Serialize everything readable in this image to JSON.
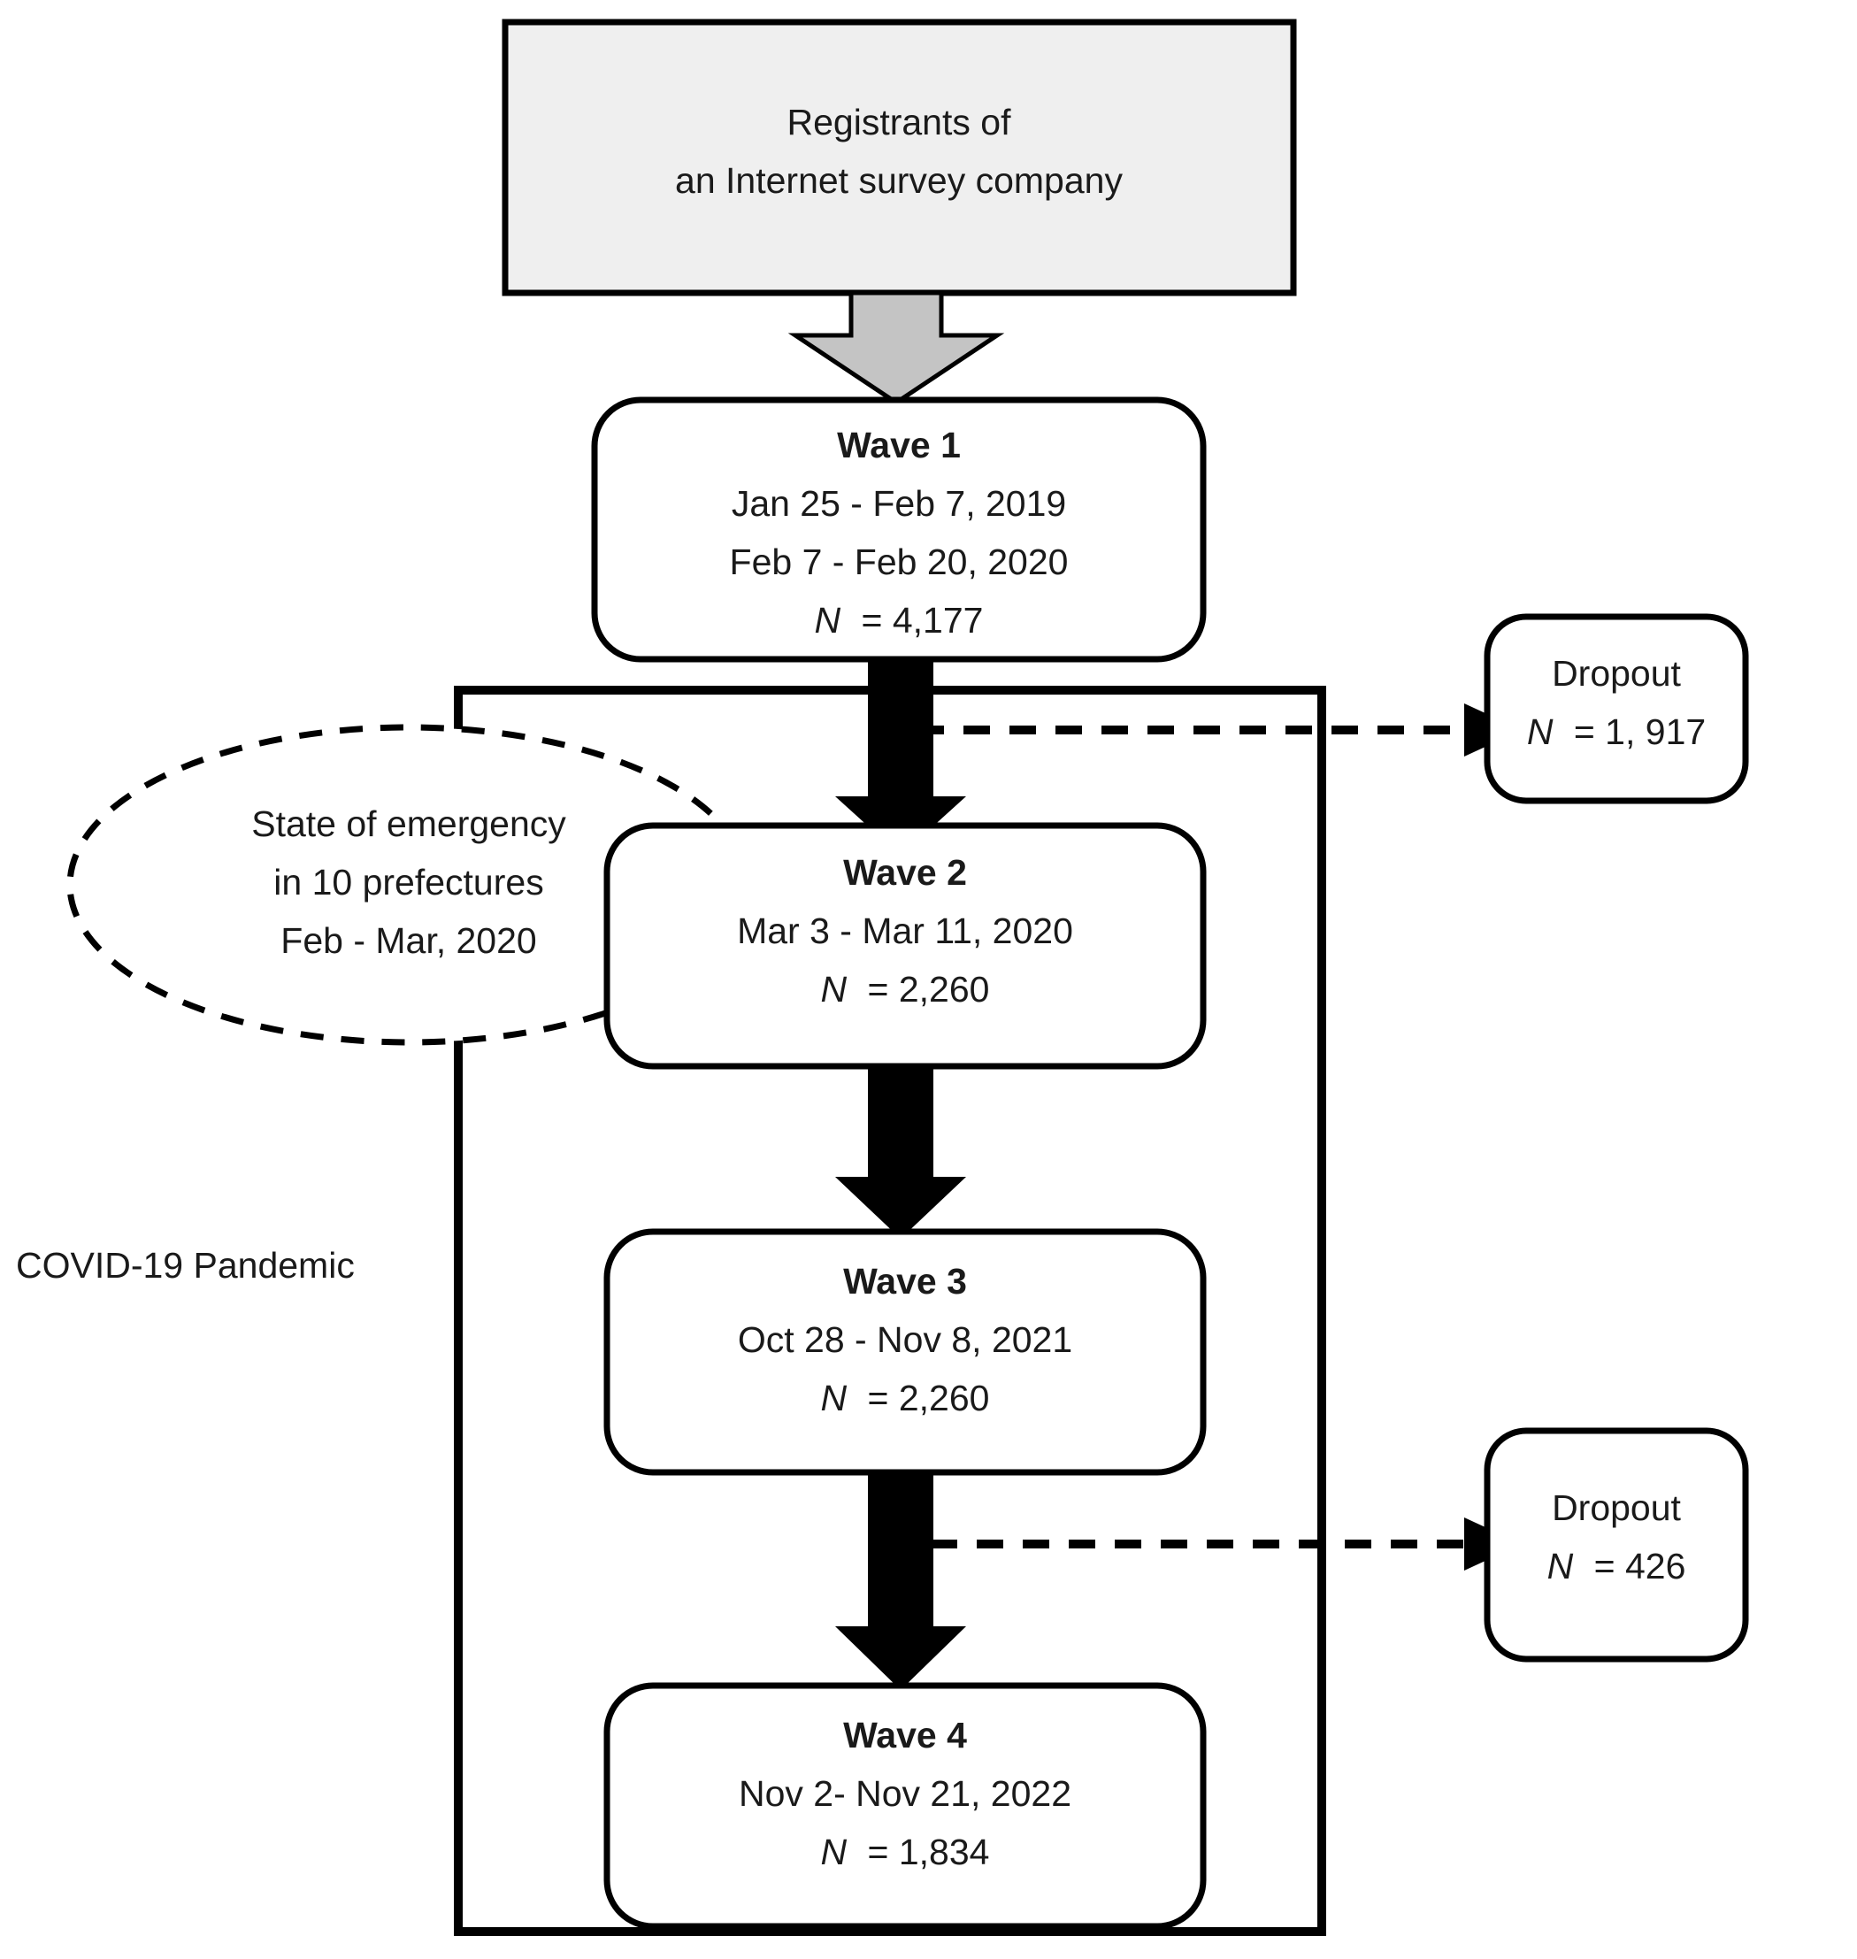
{
  "diagram": {
    "type": "flowchart",
    "title": "Study participant flow across four survey waves",
    "source_box": {
      "line1": "Registrants of",
      "line2": "an Internet survey company",
      "fill": "#efefef"
    },
    "waves": [
      {
        "id": "wave-1",
        "title": "Wave 1",
        "line1": "Jan 25 - Feb 7, 2019",
        "line2": "Feb 7 - Feb 20, 2020",
        "n_label": "N",
        "n_value": "=  4,177"
      },
      {
        "id": "wave-2",
        "title": "Wave 2",
        "line1": "Mar 3 - Mar 11, 2020",
        "line2": "",
        "n_label": "N",
        "n_value": "=  2,260"
      },
      {
        "id": "wave-3",
        "title": "Wave 3",
        "line1": "Oct 28 - Nov 8, 2021",
        "line2": "",
        "n_label": "N",
        "n_value": "=  2,260"
      },
      {
        "id": "wave-4",
        "title": "Wave 4",
        "line1": "Nov 2- Nov 21, 2022",
        "line2": "",
        "n_label": "N",
        "n_value": "=  1,834"
      }
    ],
    "dropouts": [
      {
        "id": "dropout-1",
        "title": "Dropout",
        "n_label": "N",
        "n_value": "=  1, 917"
      },
      {
        "id": "dropout-2",
        "title": "Dropout",
        "n_label": "N",
        "n_value": "=  426"
      }
    ],
    "emergency_note": {
      "line1": "State of emergency",
      "line2": "in 10 prefectures",
      "line3": "Feb - Mar, 2020"
    },
    "pandemic_label": "COVID-19 Pandemic",
    "colors": {
      "stroke": "#000000",
      "source_fill": "#efefef",
      "gray_arrow": "#c4c4c4",
      "black_arrow": "#000000",
      "text": "#1a1a1a",
      "background": "#ffffff"
    }
  }
}
